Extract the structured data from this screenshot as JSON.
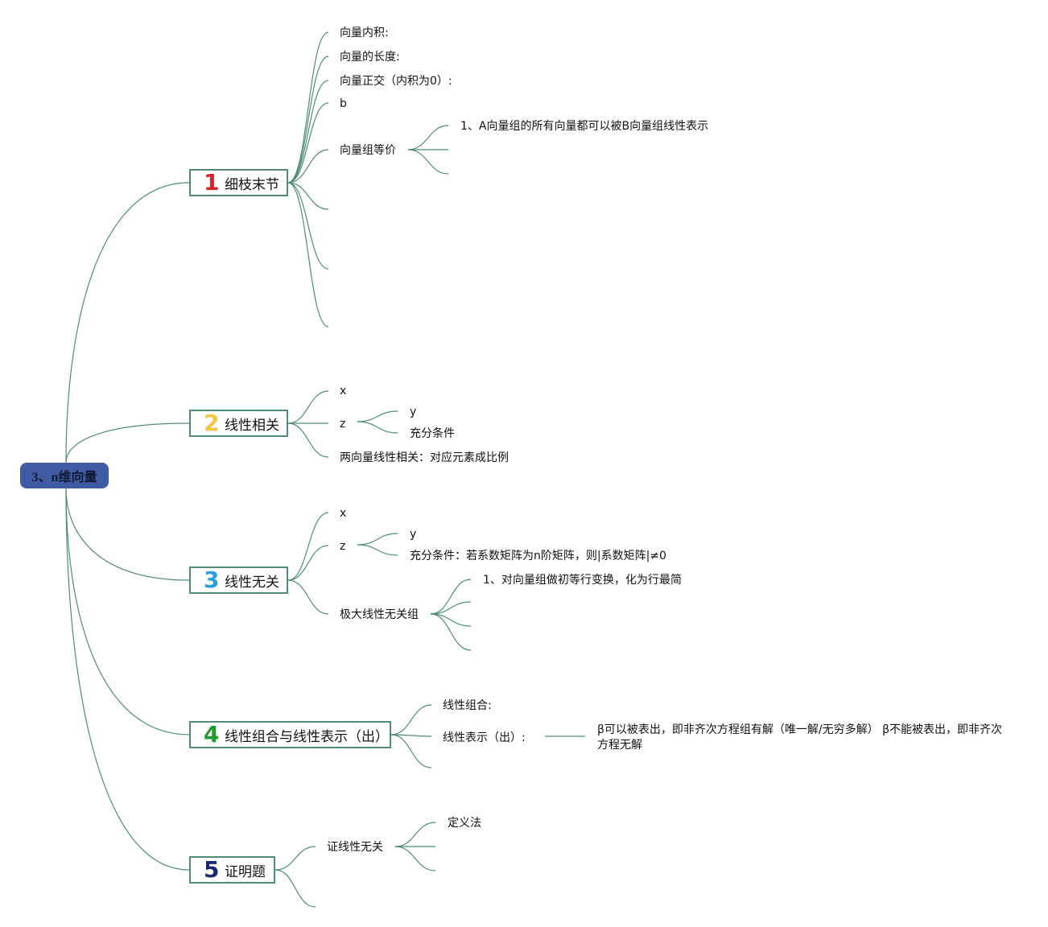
{
  "root": {
    "label": "3、n维向量",
    "color": "#3e5ba4"
  },
  "line_color": "#4e8c79",
  "branches": [
    {
      "number": "1",
      "number_color": "#d4262c",
      "label": "细枝末节",
      "items": [
        {
          "text": "向量内积:"
        },
        {
          "text": "向量的长度:"
        },
        {
          "text": "向量正交（内积为0）:"
        },
        {
          "text": "b"
        },
        {
          "text": "向量组等价",
          "children": [
            "1、A向量组的所有向量都可以被B向量组线性表示"
          ]
        }
      ]
    },
    {
      "number": "2",
      "number_color": "#f2c744",
      "label": "线性相关",
      "items": [
        {
          "text": "x"
        },
        {
          "text": "z",
          "children": [
            "y",
            "充分条件"
          ]
        },
        {
          "text": "两向量线性相关：对应元素成比例"
        }
      ]
    },
    {
      "number": "3",
      "number_color": "#2a9fdc",
      "label": "线性无关",
      "items": [
        {
          "text": "x"
        },
        {
          "text": "z",
          "children": [
            "y",
            "充分条件：若系数矩阵为n阶矩阵，则|系数矩阵|≠0"
          ]
        },
        {
          "text": "极大线性无关组",
          "children": [
            "1、对向量组做初等行变换，化为行最简"
          ]
        }
      ]
    },
    {
      "number": "4",
      "number_color": "#1f9a2b",
      "label": "线性组合与线性表示（出）",
      "items": [
        {
          "text": "线性组合:"
        },
        {
          "text": "线性表示（出）:",
          "children": [
            "β可以被表出，即非齐次方程组有解（唯一解/无穷多解） β不能被表出，即非齐次方程无解"
          ]
        }
      ]
    },
    {
      "number": "5",
      "number_color": "#1b2a6e",
      "label": "证明题",
      "items": [
        {
          "text": "证线性无关",
          "children": [
            "定义法"
          ]
        }
      ]
    }
  ]
}
